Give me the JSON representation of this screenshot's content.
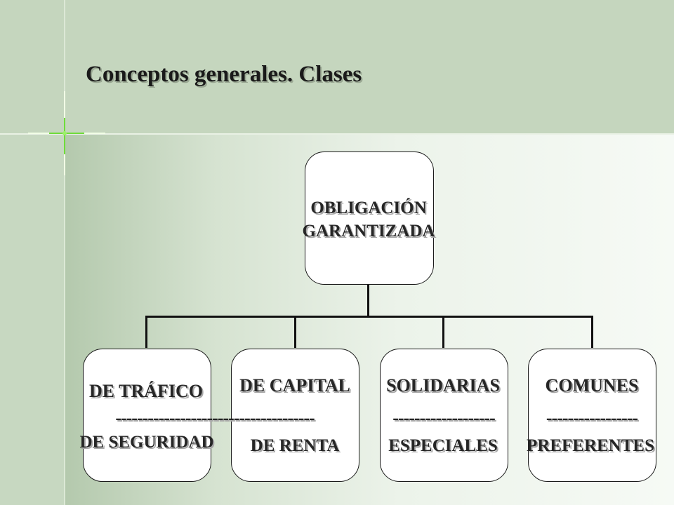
{
  "slide": {
    "title": "Conceptos generales. Clases",
    "root": {
      "line1": "OBLIGACIÓN",
      "line2": "GARANTIZADA"
    },
    "children": [
      {
        "top": "DE TRÁFICO",
        "separator": "-------------------------------------",
        "bottom": "DE SEGURIDAD"
      },
      {
        "top": "DE CAPITAL",
        "separator": "",
        "bottom": "DE RENTA"
      },
      {
        "top": "SOLIDARIAS",
        "separator": "-------------------",
        "bottom": "ESPECIALES"
      },
      {
        "top": "COMUNES",
        "separator": "-----------------",
        "bottom": "PREFERENTES"
      }
    ]
  },
  "colors": {
    "background": "#c5d6be",
    "box": "#ffffff",
    "line": "#111111",
    "text": "#262626"
  }
}
